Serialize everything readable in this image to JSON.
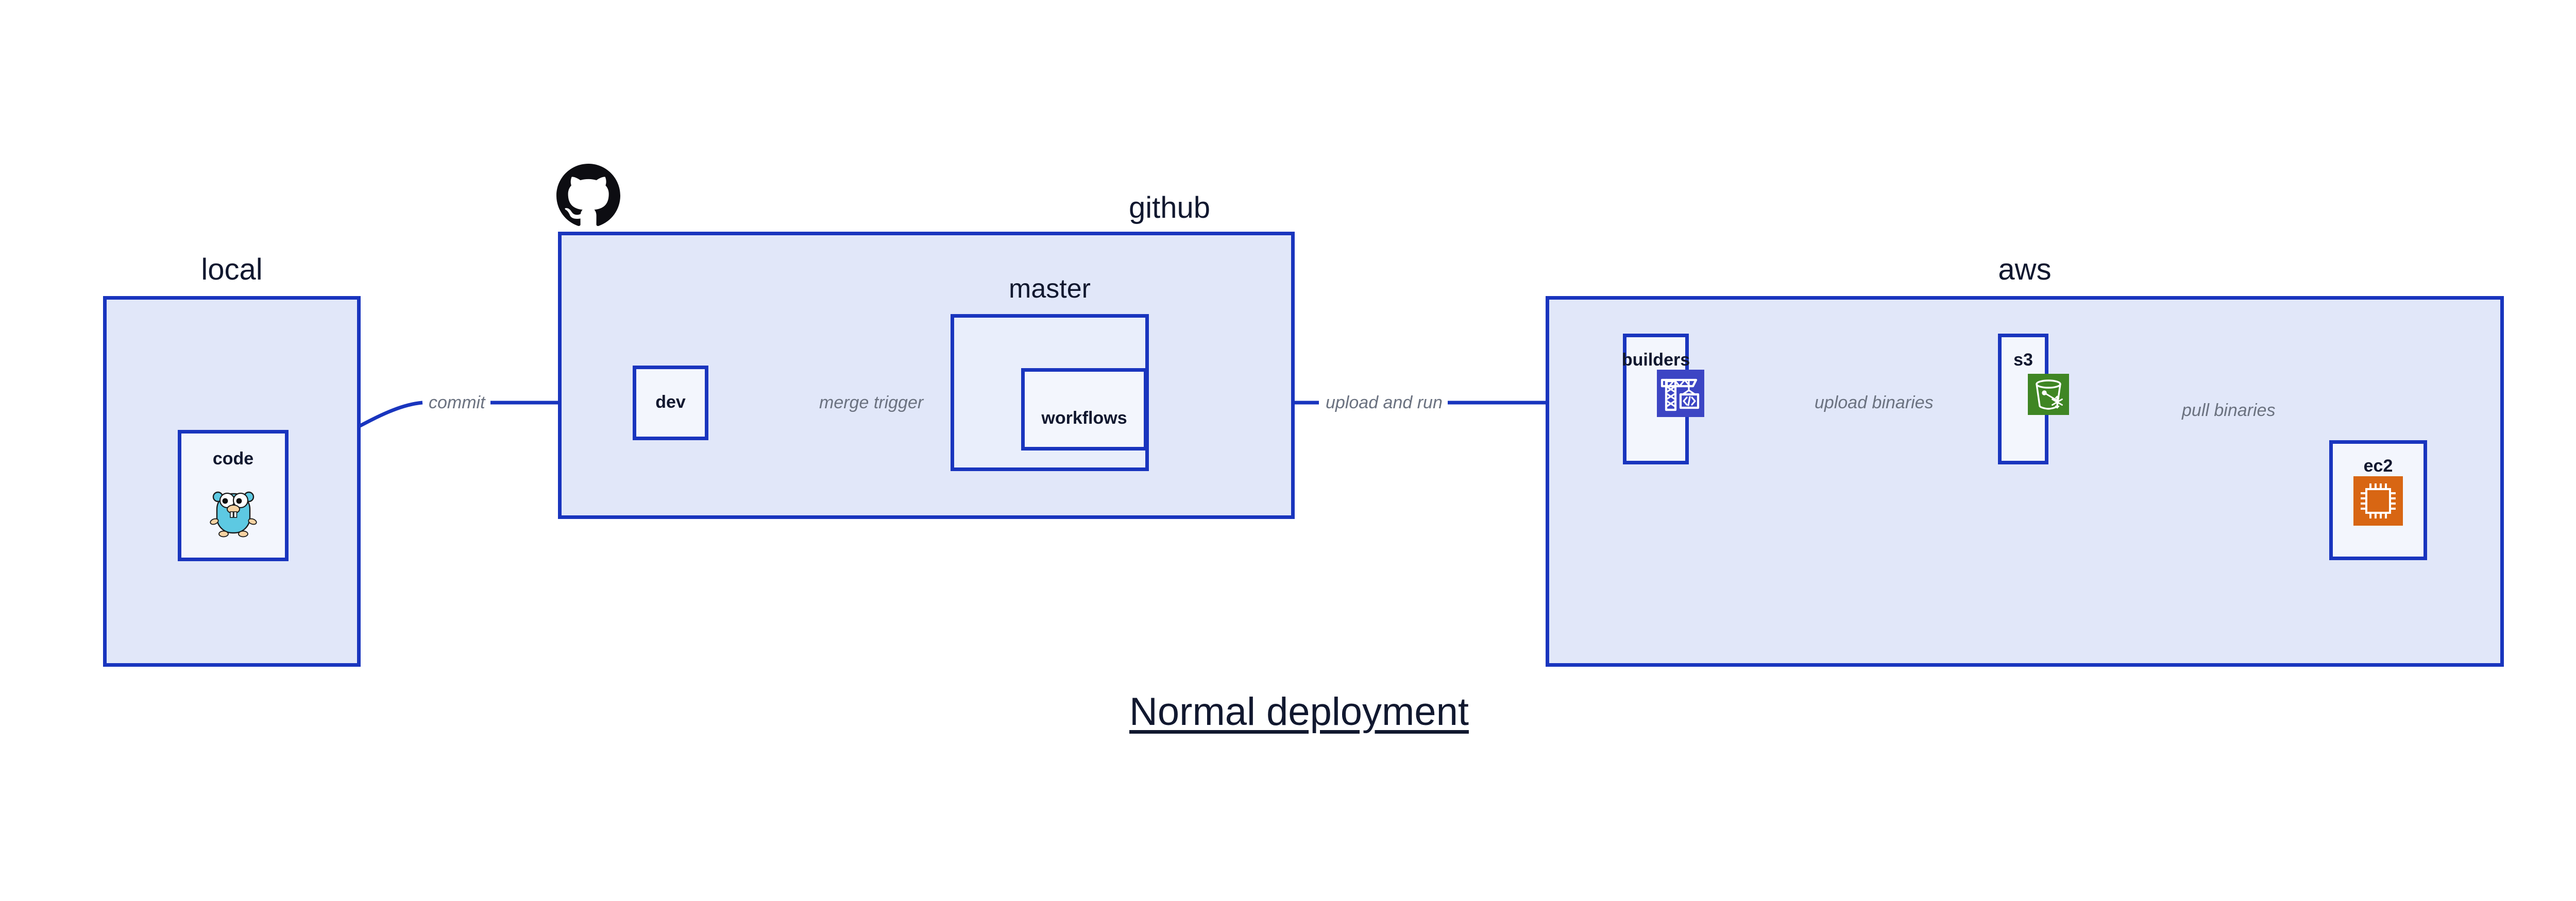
{
  "diagram": {
    "title": "Normal deployment",
    "type": "architecture-flow",
    "background_color": "#ffffff",
    "accent_color": "#1935be",
    "group_fill": "#e1e7f9",
    "subgroup_fill": "#e9eefb",
    "node_fill": "#f3f6fd",
    "label_color": "#11182f",
    "edge_label_color": "#6b7280"
  },
  "groups": [
    {
      "id": "local",
      "label": "local",
      "nodes": [
        {
          "id": "code",
          "label": "code",
          "icon": "go-gopher-icon"
        }
      ]
    },
    {
      "id": "github",
      "label": "github",
      "logo": "github-octocat-icon",
      "nodes": [
        {
          "id": "dev",
          "label": "dev",
          "icon": "none"
        }
      ],
      "subgroups": [
        {
          "id": "master",
          "label": "master",
          "nodes": [
            {
              "id": "workflows",
              "label": "workflows",
              "icon": "none"
            }
          ]
        }
      ]
    },
    {
      "id": "aws",
      "label": "aws",
      "nodes": [
        {
          "id": "builders",
          "label": "builders",
          "icon": "aws-codebuild-crane-icon",
          "icon_color": "#3c45c4"
        },
        {
          "id": "s3",
          "label": "s3",
          "icon": "aws-s3-bucket-icon",
          "icon_color": "#3f8624"
        },
        {
          "id": "ec2",
          "label": "ec2",
          "icon": "aws-ec2-chip-icon",
          "icon_color": "#d86613"
        }
      ]
    }
  ],
  "edges": [
    {
      "id": "code-to-dev",
      "from": "code",
      "to": "dev",
      "label": "commit",
      "style": "curved"
    },
    {
      "id": "dev-to-workflows",
      "from": "dev",
      "to": "workflows",
      "label": "merge trigger",
      "style": "straight"
    },
    {
      "id": "workflows-to-builders",
      "from": "workflows",
      "to": "builders",
      "label": "upload and run",
      "style": "straight"
    },
    {
      "id": "builders-to-s3",
      "from": "builders",
      "to": "s3",
      "label": "upload binaries",
      "style": "straight"
    },
    {
      "id": "s3-to-ec2",
      "from": "s3",
      "to": "ec2",
      "label": "pull binaries",
      "style": "curved"
    }
  ]
}
